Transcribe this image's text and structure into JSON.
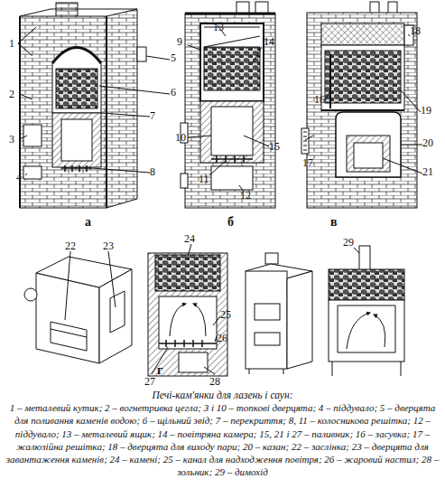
{
  "diagram": {
    "title": "Печі-кам'янки для лазень і саун:",
    "caption": "1 – металевий кутик; 2 – вогнетривка цегла; 3 і 10 – топкові дверцята; 4 – піддувало; 5 – дверцята для поливання каменів водою; 6 – щільний звід; 7 – перекриття; 8, 11 – колосникова решітка; 12 – піддувало; 13 – металевий ящик; 14 – повітряна камера; 15, 21 і 27 – паливник; 16 – засувка; 17 – жалюзійна решітка; 18 – дверцята для виходу пари; 20 – казан; 22 – заслінка; 23 – дверцята для завантаження каменів; 24 – камені; 25 – канал для надходження повітря; 26 – жаровий настил; 28 – зольник; 29 – димохід",
    "labels": [
      "1",
      "2",
      "3",
      "4",
      "5",
      "6",
      "7",
      "8",
      "а",
      "9",
      "10",
      "11",
      "12",
      "13",
      "14",
      "15",
      "б",
      "16",
      "17",
      "18",
      "19",
      "20",
      "21",
      "в",
      "22",
      "23",
      "24",
      "25",
      "26",
      "27",
      "28",
      "г",
      "29"
    ]
  }
}
